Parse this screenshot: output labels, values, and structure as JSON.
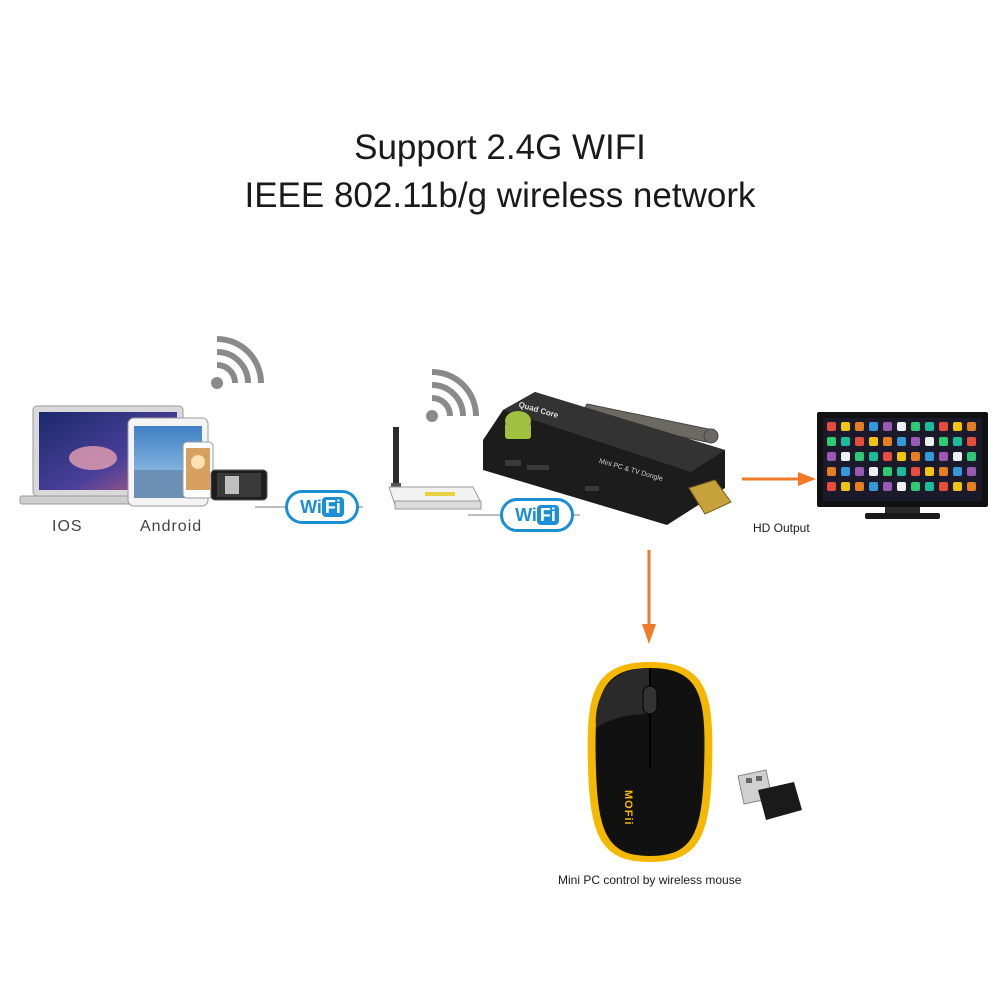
{
  "heading": {
    "line1": "Support 2.4G WIFI",
    "line2": "IEEE 802.11b/g wireless network"
  },
  "labels": {
    "ios": "IOS",
    "android": "Android",
    "hd_output": "HD Output",
    "mouse_caption": "Mini PC control by wireless mouse"
  },
  "badges": {
    "wifi_left_prefix": "Wi",
    "wifi_left_suffix": "Fi",
    "wifi_right_prefix": "Wi",
    "wifi_right_suffix": "Fi"
  },
  "device_text": {
    "dongle_brand": "Quad Core",
    "dongle_label": "Mini PC & TV Dongle",
    "mouse_brand": "MOFii"
  },
  "icons": {
    "wifi_signal": "wifi-signal-icon",
    "arrow": "arrow-icon"
  },
  "colors": {
    "arrow": "#f07a2a",
    "wifi_blue": "#1a8fd6",
    "mouse_trim": "#f5b800"
  }
}
